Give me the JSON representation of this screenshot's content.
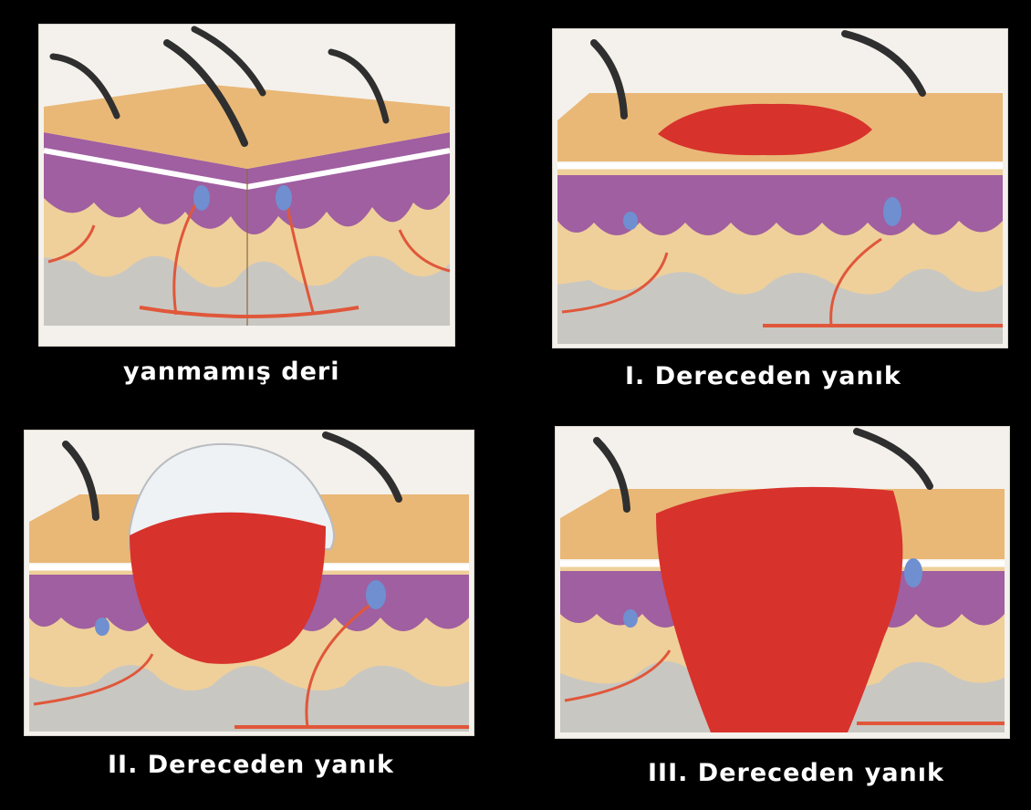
{
  "captions": {
    "unburned": "yanmamış deri",
    "first_degree": "I. Dereceden yanık",
    "second_degree": "II. Dereceden yanık",
    "third_degree": "III. Dereceden yanık"
  },
  "colors": {
    "background": "#000000",
    "panel": "#f4f1ec",
    "epidermis": "#e9b877",
    "dermis": "#efd09a",
    "papillae": "#a05fa0",
    "subcutis": "#c9c7c2",
    "vessel": "#e0573a",
    "hair": "#2f2f2f",
    "burn": "#d8322c",
    "gland": "#6f8fd0"
  }
}
